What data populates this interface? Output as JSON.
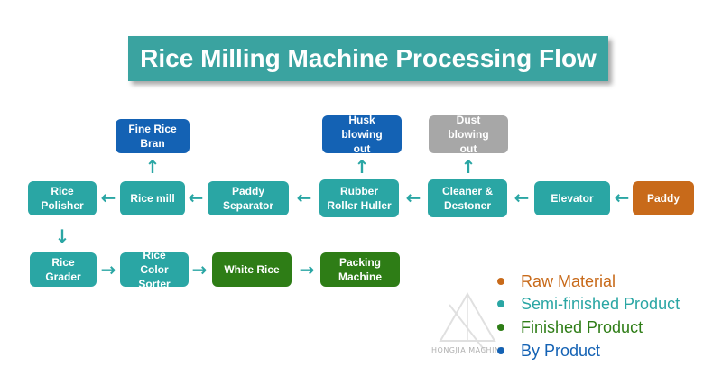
{
  "title": "Rice Milling Machine Processing Flow",
  "nodes": {
    "fine_rice_bran": "Fine Rice Bran",
    "husk_blowing_out": "Husk blowing out",
    "dust_blowing_out": "Dust blowing out",
    "rice_polisher": "Rice Polisher",
    "rice_mill": "Rice mill",
    "paddy_separator": "Paddy Separator",
    "rubber_roller_huller": "Rubber Roller Huller",
    "cleaner_destoner": "Cleaner & Destoner",
    "elevator": "Elevator",
    "paddy": "Paddy",
    "rice_grader": "Rice Grader",
    "rice_color_sorter": "Rice Color Sorter",
    "white_rice": "White Rice",
    "packing_machine": "Packing Machine"
  },
  "legend": [
    {
      "label": "Raw Material",
      "color": "#c86a1a"
    },
    {
      "label": "Semi-finished Product",
      "color": "#2aa6a4"
    },
    {
      "label": "Finished Product",
      "color": "#2e7d16"
    },
    {
      "label": "By Product",
      "color": "#1462b4"
    }
  ],
  "watermark": "HONGJIA MACHINE",
  "colors": {
    "title_bg": "#3aa3a0",
    "arrow": "#2aa6a4"
  }
}
